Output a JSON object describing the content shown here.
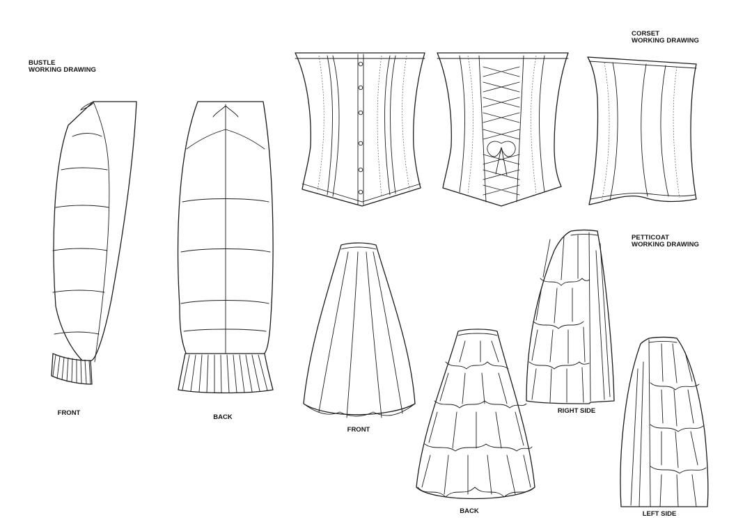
{
  "headings": {
    "bustle": [
      "BUSTLE",
      "WORKING DRAWING"
    ],
    "corset": [
      "CORSET",
      "WORKING DRAWING"
    ],
    "petticoat": [
      "PETTICOAT",
      "WORKING DRAWING"
    ]
  },
  "captions": {
    "bustle_front": "FRONT",
    "bustle_back": "BACK",
    "petticoat_front": "FRONT",
    "petticoat_back": "BACK",
    "petticoat_right": "RIGHT SIDE",
    "petticoat_left": "LEFT SIDE"
  },
  "colors": {
    "line": "#1a1a1a",
    "paper": "#ffffff"
  }
}
